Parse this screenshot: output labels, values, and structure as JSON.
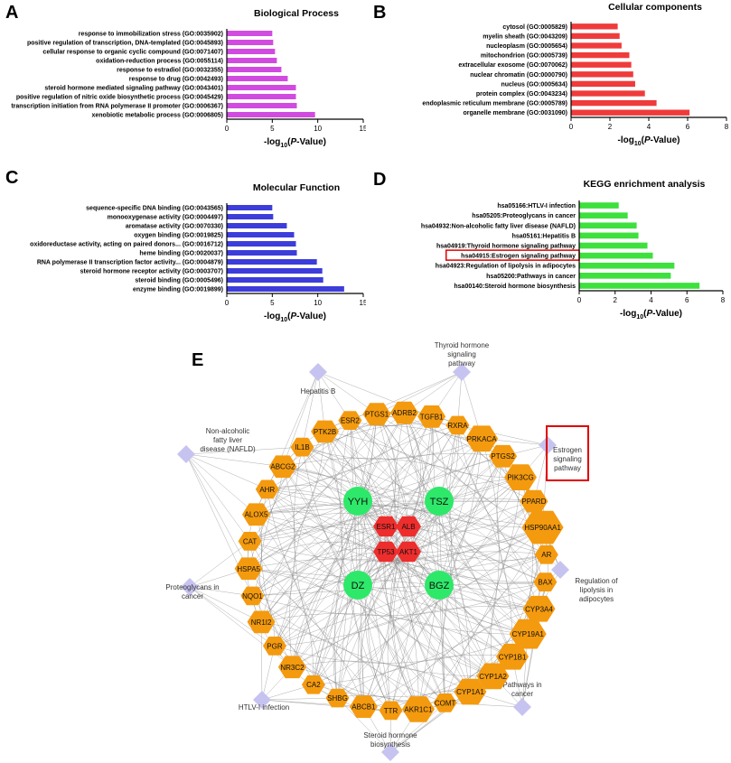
{
  "colors": {
    "bp": "#D24BE0",
    "cc": "#EF3B3B",
    "mf": "#3D3DDB",
    "kegg": "#3DE03D",
    "highlight": "#E00000",
    "target": "#F49A0E",
    "core": "#EE2D2D",
    "herb": "#2EE86A",
    "pathway": "#C7C3F0",
    "edge": "#8C8C8C"
  },
  "chart_data": [
    {
      "panel": "A",
      "type": "bar",
      "orientation": "horizontal",
      "title": "Biological Process",
      "xlabel": "-log10(P-Value)",
      "xlim": [
        0,
        15
      ],
      "xticks": [
        0,
        5,
        10,
        15
      ],
      "categories": [
        "response to immobilization stress (GO:0035902)",
        "positive regulation of transcription, DNA-templated (GO:0045893)",
        "cellular response to organic cyclic compound (GO:0071407)",
        "oxidation-reduction process (GO:0055114)",
        "response to estradiol (GO:0032355)",
        "response to drug (GO:0042493)",
        "steroid hormone mediated signaling pathway (GO:0043401)",
        "positive regulation of nitric oxide biosynthetic process (GO:0045429)",
        "transcription initiation from RNA polymerase II promoter (GO:0006367)",
        "xenobiotic metabolic process (GO:0006805)"
      ],
      "values": [
        5.0,
        5.1,
        5.3,
        5.5,
        6.0,
        6.7,
        7.6,
        7.6,
        7.7,
        9.7
      ]
    },
    {
      "panel": "B",
      "type": "bar",
      "orientation": "horizontal",
      "title": "Cellular components",
      "xlabel": "-log10(P-Value)",
      "xlim": [
        0,
        8
      ],
      "xticks": [
        0,
        2,
        4,
        6,
        8
      ],
      "categories": [
        "cytosol (GO:0005829)",
        "myelin sheath (GO:0043209)",
        "nucleoplasm (GO:0005654)",
        "mitochondrion (GO:0005739)",
        "extracellular exosome (GO:0070062)",
        "nuclear chromatin (GO:0000790)",
        "nucleus (GO:0005634)",
        "protein complex (GO:0043234)",
        "endoplasmic reticulum membrane (GO:0005789)",
        "organelle membrane (GO:0031090)"
      ],
      "values": [
        2.4,
        2.5,
        2.6,
        3.0,
        3.1,
        3.2,
        3.3,
        3.8,
        4.4,
        6.1
      ]
    },
    {
      "panel": "C",
      "type": "bar",
      "orientation": "horizontal",
      "title": "Molecular Function",
      "xlabel": "-log10(P-Value)",
      "xlim": [
        0,
        15
      ],
      "xticks": [
        0,
        5,
        10,
        15
      ],
      "categories": [
        "sequence-specific DNA binding (GO:0043565)",
        "monooxygenase activity (GO:0004497)",
        "aromatase activity (GO:0070330)",
        "oxygen binding (GO:0019825)",
        "oxidoreductase activity, acting on paired donors... (GO:0016712)",
        "heme binding (GO:0020037)",
        "RNA polymerase II transcription factor activity... (GO:0004879)",
        "steroid hormone receptor activity (GO:0003707)",
        "steroid binding (GO:0005496)",
        "enzyme binding (GO:0019899)"
      ],
      "values": [
        5.0,
        5.1,
        6.6,
        7.4,
        7.6,
        7.7,
        9.9,
        10.5,
        10.6,
        12.9
      ]
    },
    {
      "panel": "D",
      "type": "bar",
      "orientation": "horizontal",
      "title": "KEGG enrichment analysis",
      "xlabel": "-log10(P-Value)",
      "xlim": [
        0,
        8
      ],
      "xticks": [
        0,
        2,
        4,
        6,
        8
      ],
      "categories": [
        "hsa05166:HTLV-I infection",
        "hsa05205:Proteoglycans in cancer",
        "hsa04932:Non-alcoholic fatty liver disease (NAFLD)",
        "hsa05161:Hepatitis B",
        "hsa04919:Thyroid hormone signaling pathway",
        "hsa04915:Estrogen signaling pathway",
        "hsa04923:Regulation of lipolysis in adipocytes",
        "hsa05200:Pathways in cancer",
        "hsa00140:Steroid hormone biosynthesis"
      ],
      "values": [
        2.2,
        2.7,
        3.2,
        3.3,
        3.8,
        4.1,
        5.3,
        5.1,
        6.7
      ],
      "highlighted": "hsa04915:Estrogen signaling pathway"
    }
  ],
  "network": {
    "panel": "E",
    "herbs": [
      "YYH",
      "TSZ",
      "DZ",
      "BGZ"
    ],
    "core_targets": [
      "ESR1",
      "ALB",
      "TP53",
      "AKT1"
    ],
    "targets": [
      "PTGS1",
      "ADRB2",
      "TGFB1",
      "RXRA",
      "PRKACA",
      "PTGS2",
      "PIK3CG",
      "PPARD",
      "HSP90AA1",
      "AR",
      "BAX",
      "CYP3A4",
      "CYP19A1",
      "CYP1B1",
      "CYP1A2",
      "CYP1A1",
      "COMT",
      "AKR1C1",
      "TTR",
      "ABCB1",
      "SHBG",
      "CA2",
      "NR3C2",
      "PGR",
      "NR1I2",
      "NQO1",
      "HSPA5",
      "CAT",
      "ALOX5",
      "AHR",
      "ABCG2",
      "IL1B",
      "PTK2B",
      "ESR2"
    ],
    "pathways": [
      {
        "id": "hepb",
        "label": [
          "Hepatitis B"
        ]
      },
      {
        "id": "thyroid",
        "label": [
          "Thyroid hormone",
          "signaling",
          "pathway"
        ]
      },
      {
        "id": "nafld",
        "label": [
          "Non-alcoholic",
          "fatty liver",
          "disease (NAFLD)"
        ]
      },
      {
        "id": "estrogen",
        "label": [
          "Estrogen",
          "signaling",
          "pathway"
        ]
      },
      {
        "id": "proteo",
        "label": [
          "Proteoglycans in",
          "cancer"
        ]
      },
      {
        "id": "lipolysis",
        "label": [
          "Regulation of",
          "lipolysis in",
          "adipocytes"
        ]
      },
      {
        "id": "htlv",
        "label": [
          "HTLV-I infection"
        ]
      },
      {
        "id": "cancer",
        "label": [
          "Pathways in",
          "cancer"
        ]
      },
      {
        "id": "steroid",
        "label": [
          "Steroid hormone",
          "biosynthesis"
        ]
      }
    ]
  }
}
